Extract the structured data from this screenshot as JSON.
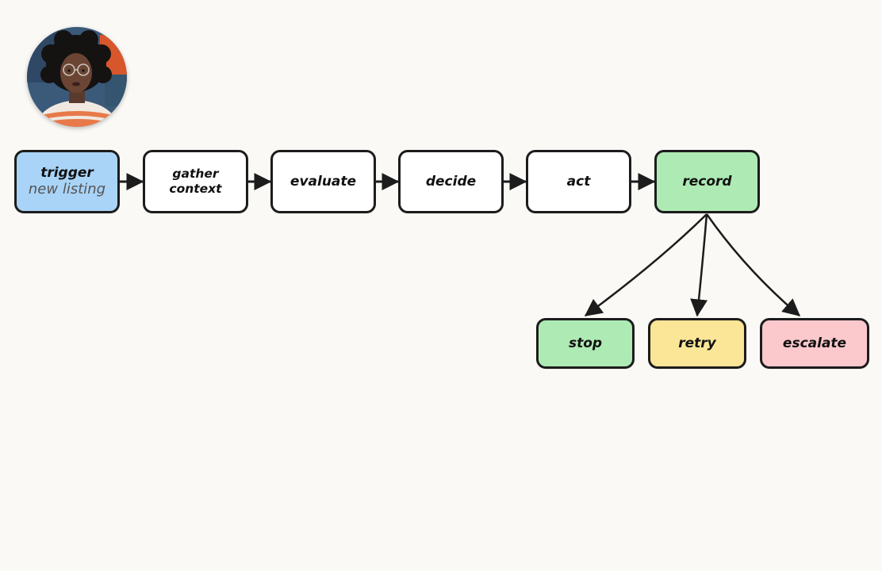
{
  "colors": {
    "background": "#faf9f6",
    "stroke": "#1c1c1c",
    "trigger_fill": "#a9d4f7",
    "process_fill": "#ffffff",
    "record_fill": "#aeeab4",
    "stop_fill": "#aeeab4",
    "retry_fill": "#fbe597",
    "escalate_fill": "#fbc8cc"
  },
  "avatar": {
    "icon": "presenter-avatar"
  },
  "nodes": {
    "trigger": {
      "label": "trigger",
      "sublabel": "new listing"
    },
    "gather_context": {
      "label": "gather context"
    },
    "evaluate": {
      "label": "evaluate"
    },
    "decide": {
      "label": "decide"
    },
    "act": {
      "label": "act"
    },
    "record": {
      "label": "record"
    },
    "stop": {
      "label": "stop"
    },
    "retry": {
      "label": "retry"
    },
    "escalate": {
      "label": "escalate"
    }
  },
  "edges": [
    {
      "from": "trigger",
      "to": "gather_context"
    },
    {
      "from": "gather_context",
      "to": "evaluate"
    },
    {
      "from": "evaluate",
      "to": "decide"
    },
    {
      "from": "decide",
      "to": "act"
    },
    {
      "from": "act",
      "to": "record"
    },
    {
      "from": "record",
      "to": "stop"
    },
    {
      "from": "record",
      "to": "retry"
    },
    {
      "from": "record",
      "to": "escalate"
    }
  ]
}
